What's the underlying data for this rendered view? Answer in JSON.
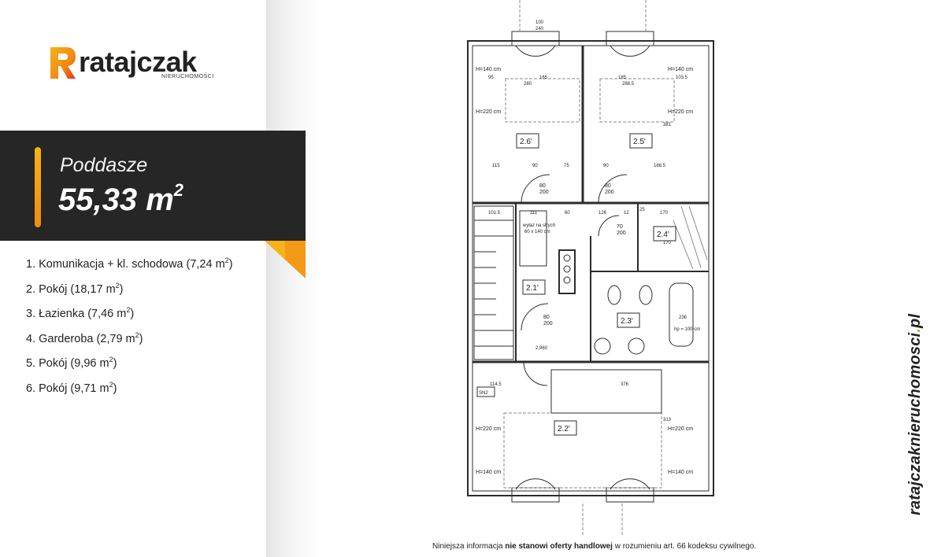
{
  "logo": {
    "name": "ratajczak",
    "subtitle": "NIERUCHOMOŚCI",
    "colors": {
      "primary": "#f39a16",
      "secondary": "#e8321a"
    }
  },
  "floor": {
    "name": "Poddasze",
    "area_value": "55,33 m",
    "area_sup": "2"
  },
  "rooms": [
    {
      "text": "1. Komunikacja + kl. schodowa (7,24 m",
      "close": ")"
    },
    {
      "text": "2. Pokój  (18,17 m",
      "close": ")"
    },
    {
      "text": "3. Łazienka (7,46 m",
      "close": ")"
    },
    {
      "text": "4. Garderoba (2,79 m",
      "close": ")"
    },
    {
      "text": "5. Pokój (9,96 m",
      "close": ")"
    },
    {
      "text": "6. Pokój (9,71 m",
      "close": ")"
    }
  ],
  "website": {
    "main": "ratajczaknieruchomosci",
    "dot": ".",
    "tld": "pl"
  },
  "disclaimer": {
    "before": "Niniejsza informacja ",
    "bold": "nie stanowi oferty handlowej",
    "after": " w rozumieniu art. 66 kodeksu cywilnego."
  },
  "plan": {
    "room_labels": [
      "2.6'",
      "2.5'",
      "2.4'",
      "2.1'",
      "2.3'",
      "2.2'"
    ],
    "height_labels": [
      "H=140 cm",
      "H=220 cm",
      "H=140 cm",
      "H=220 cm",
      "H=220 cm",
      "H=140 cm",
      "H=220 cm",
      "H=140 cm"
    ],
    "dimensions": [
      "95",
      "165",
      "280",
      "185",
      "288.5",
      "103.5",
      "115",
      "90",
      "75",
      "90",
      "188.5",
      "101.5",
      "111",
      "60",
      "126",
      "12",
      "25",
      "170",
      "114.5",
      "376",
      "313",
      "236",
      "381",
      "170",
      "100",
      "240",
      "2,960",
      "SN2"
    ],
    "door_labels": [
      "80",
      "200",
      "70",
      "200",
      "80",
      "200",
      "80",
      "200"
    ],
    "notes": [
      "wyłaz na strych",
      "60 x 140 cm",
      "hp = 100 cm"
    ],
    "colors": {
      "line": "#2b2b2b",
      "grid": "#888888"
    }
  }
}
